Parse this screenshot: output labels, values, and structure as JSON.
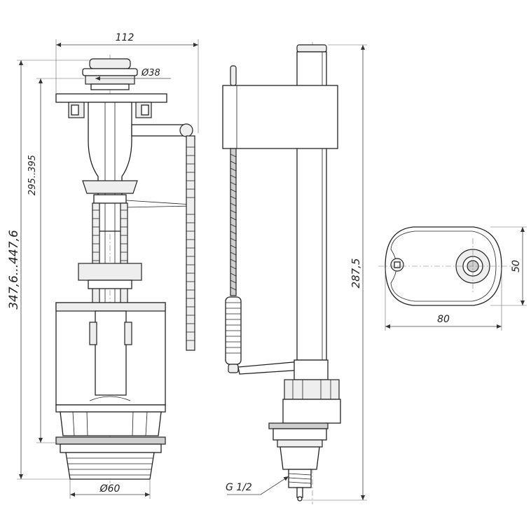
{
  "dimensions": {
    "width_112": "112",
    "diameter_38": "Ø38",
    "height_295_395": "295..395",
    "height_347_447": "347,6...447,6",
    "diameter_60": "Ø60",
    "height_287_5": "287,5",
    "thread_g12": "G 1/2",
    "width_80": "80",
    "height_50": "50"
  }
}
